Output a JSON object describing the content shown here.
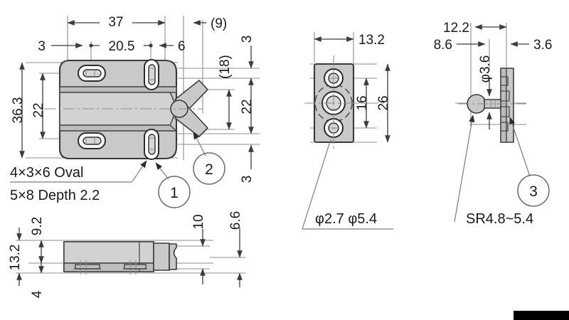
{
  "sheet": {
    "title": "Mechanical part dimension drawing",
    "background": "#ffffff",
    "ink": "#1a1a1a",
    "fill": "#c9c9c9"
  },
  "views": {
    "front": {
      "name": "front-view",
      "dimensions": {
        "overall_width": "37",
        "bracket_offset": "(9)",
        "left_hole_offset": "3",
        "hole_pitch": "20.5",
        "right_hole_offset": "6",
        "overall_height": "36.3",
        "hole_span_vertical": "22",
        "wing_height": "(18)",
        "edge_top": "3",
        "center_span": "22",
        "edge_bottom": "3"
      },
      "notes": {
        "oval": "4×3×6 Oval",
        "depth": "5×8 Depth 2.2"
      },
      "balloons": [
        "1",
        "2"
      ]
    },
    "side": {
      "name": "side-view",
      "dimensions": {
        "thickness_total": "13.2",
        "thickness_upper": "9.2",
        "thickness_lower": "4",
        "nose_height": "10",
        "nose_offset": "6.6"
      }
    },
    "end": {
      "name": "end-view",
      "dimensions": {
        "width": "13.2",
        "inner_pitch": "16",
        "overall_height": "26"
      },
      "notes": {
        "holes": "φ2.7 φ5.4"
      }
    },
    "section": {
      "name": "section-view",
      "dimensions": {
        "overall": "12.2",
        "left_offset": "8.6",
        "right_offset": "3.6",
        "pin_diameter": "φ3.6"
      },
      "notes": {
        "radius": "SR4.8~5.4"
      },
      "balloons": [
        "3"
      ]
    }
  },
  "footer": {
    "bar_color": "#000000"
  }
}
